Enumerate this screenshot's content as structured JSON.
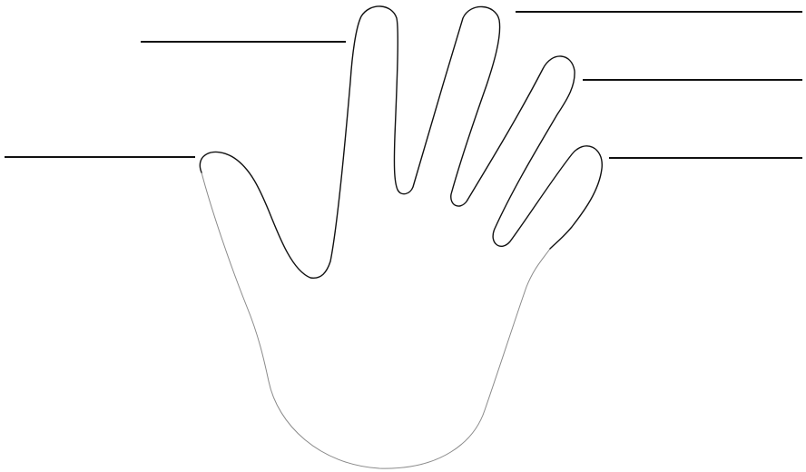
{
  "diagram": {
    "subject": "hand",
    "colors": {
      "background": "#ffffff",
      "outline": "#111111",
      "palm_outline": "#8a8a8a",
      "label_lines": "#111111"
    },
    "label_lines": [
      {
        "finger": "thumb",
        "text": ""
      },
      {
        "finger": "index",
        "text": ""
      },
      {
        "finger": "middle",
        "text": ""
      },
      {
        "finger": "ring",
        "text": ""
      },
      {
        "finger": "little",
        "text": ""
      }
    ]
  }
}
